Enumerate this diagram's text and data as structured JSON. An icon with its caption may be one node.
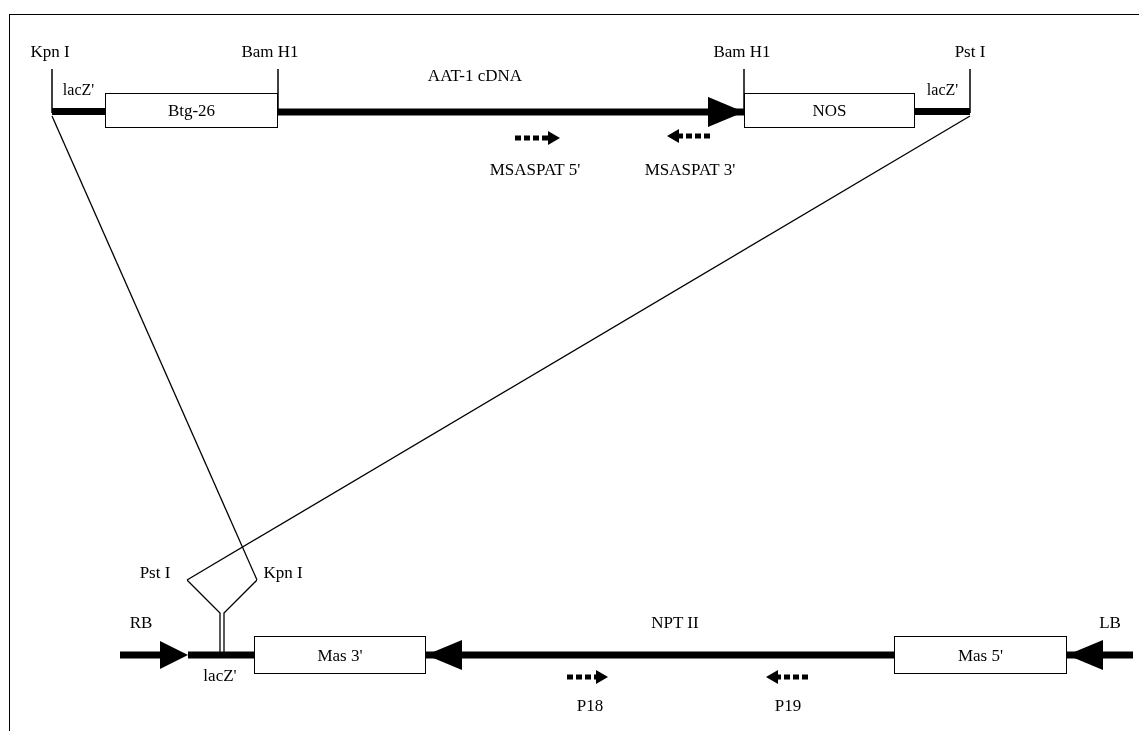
{
  "diagram": {
    "nodes": [
      {
        "text": [
          "lacZ'"
        ],
        "beside": [
          "Kpn I"
        ]
      },
      {
        "text": [
          "Btg-26"
        ],
        "beside": [
          "Bam H1"
        ]
      },
      {
        "text": [
          "NOS"
        ],
        "beside": [
          "Bam H1"
        ]
      },
      {
        "text": [
          "lacZ'"
        ],
        "beside": [
          "Pst I"
        ]
      },
      {
        "text": [],
        "shape": "fork"
      },
      {
        "text": [
          "Mas 3'"
        ]
      },
      {
        "text": [
          "Mas 5'"
        ]
      }
    ],
    "edges": [
      {
        "from": 1,
        "to": 2,
        "arrow": "to",
        "label": "AAT-1 cDNA"
      },
      {
        "from": 6,
        "to": 5,
        "arrow": "to",
        "label": "NPT II"
      },
      {
        "from": null,
        "to": 6,
        "arrow": "to",
        "label": "LB"
      },
      {
        "from": 0,
        "to": 4,
        "arrow": "none"
      },
      {
        "from": 3,
        "to": 4,
        "arrow": "none"
      }
    ],
    "labels": [
      "MSASPAT 5'",
      "MSASPAT 3'",
      "Pst I",
      "Kpn I",
      "RB",
      "lacZ'",
      "P18",
      "P19"
    ]
  }
}
